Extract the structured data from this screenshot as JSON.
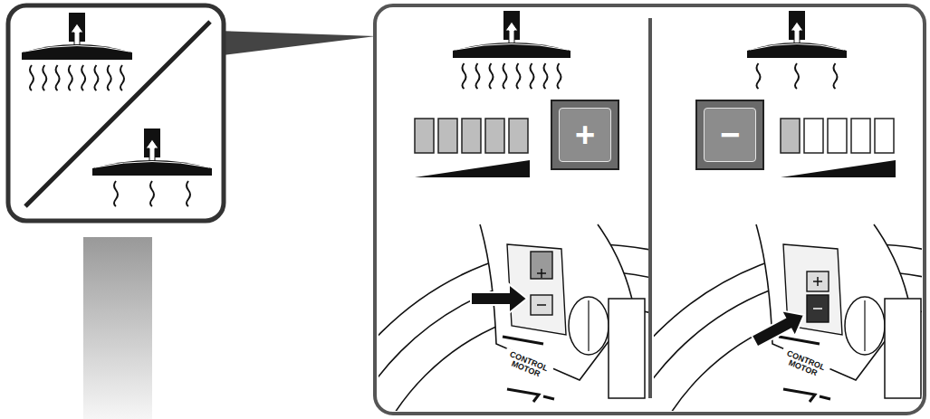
{
  "diagram": {
    "nodes": [
      {
        "text": [
          "+"
        ]
      },
      {
        "text": [
          "−"
        ]
      }
    ],
    "labels": [
      "CONTROL MOTOR",
      "CONTROL MOTOR"
    ]
  }
}
